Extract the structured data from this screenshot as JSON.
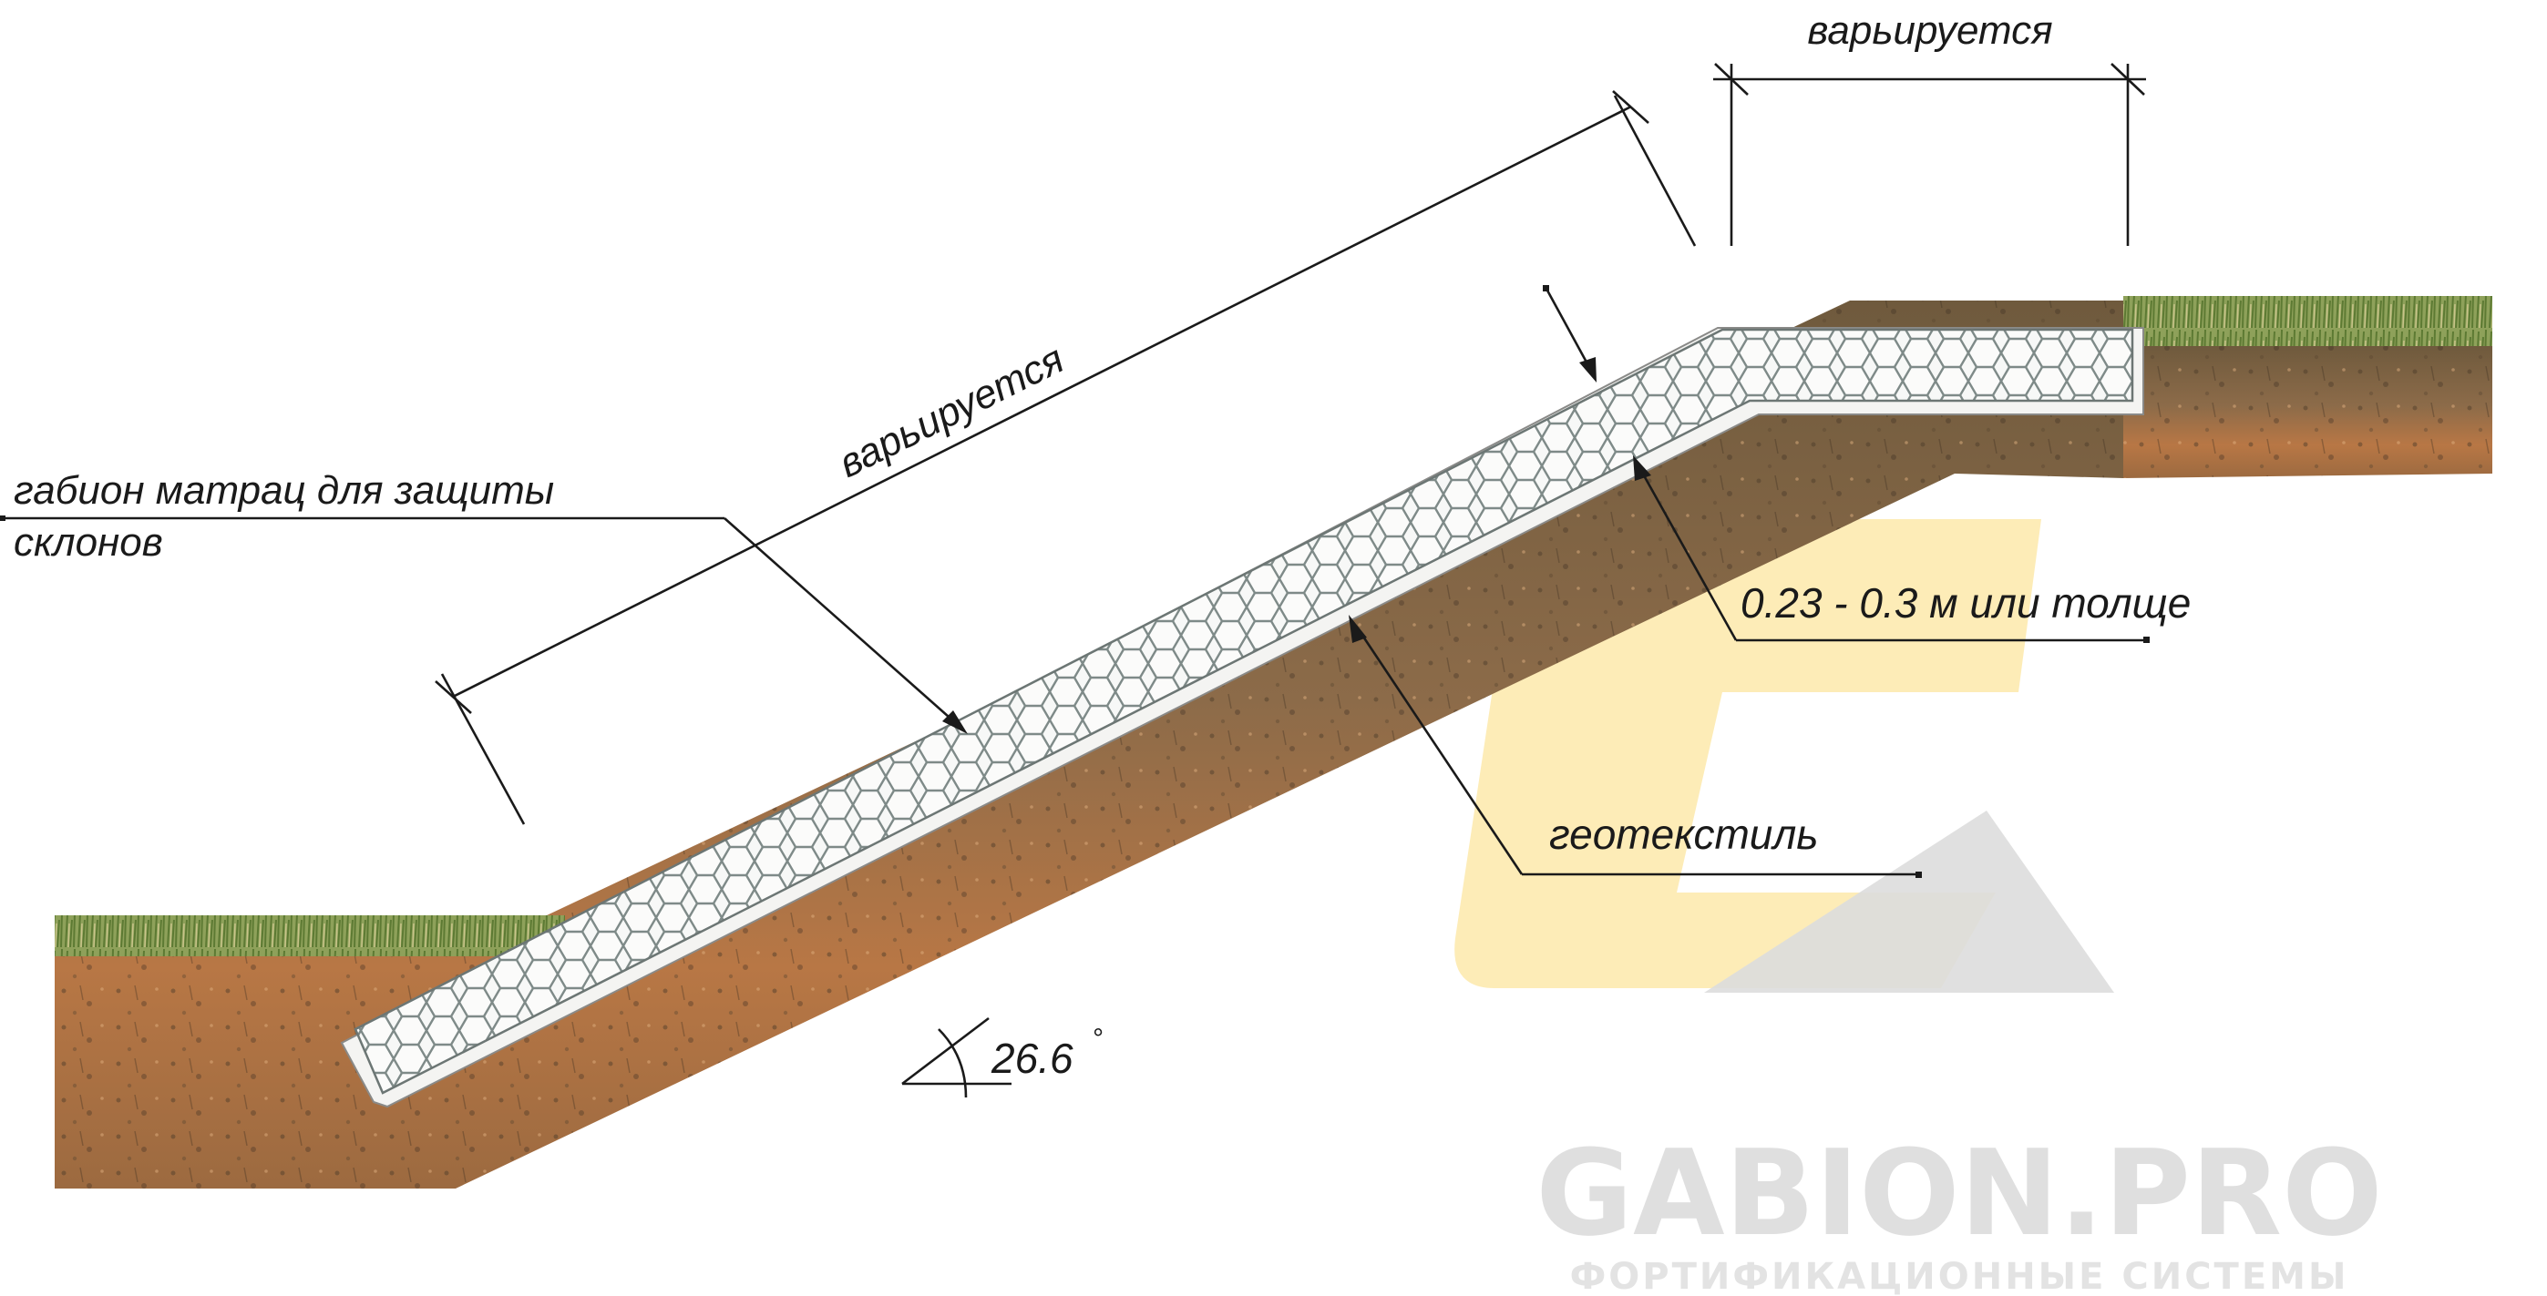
{
  "labels": {
    "mattress": "габион матрац для защиты",
    "mattress_line2": "склонов",
    "slope_length": "варьируется",
    "top_length": "варьируется",
    "thickness": "0.23 - 0.3 м или толще",
    "geotextile": "геотекстиль",
    "angle": "26.6",
    "angle_unit": "°"
  },
  "watermark": {
    "brand": "GABION.PRO",
    "tagline": "ФОРТИФИКАЦИОННЫЕ СИСТЕМЫ"
  },
  "colors": {
    "soil_dark": "#6b5238",
    "soil_mid": "#9a7550",
    "soil_orange": "#c07a45",
    "grass": "#7f9a4a",
    "mesh": "#7e8a88",
    "geotextile": "#f4f4f2",
    "logo_yellow": "#fbe7a6",
    "logo_grey": "#dcdcdc"
  }
}
